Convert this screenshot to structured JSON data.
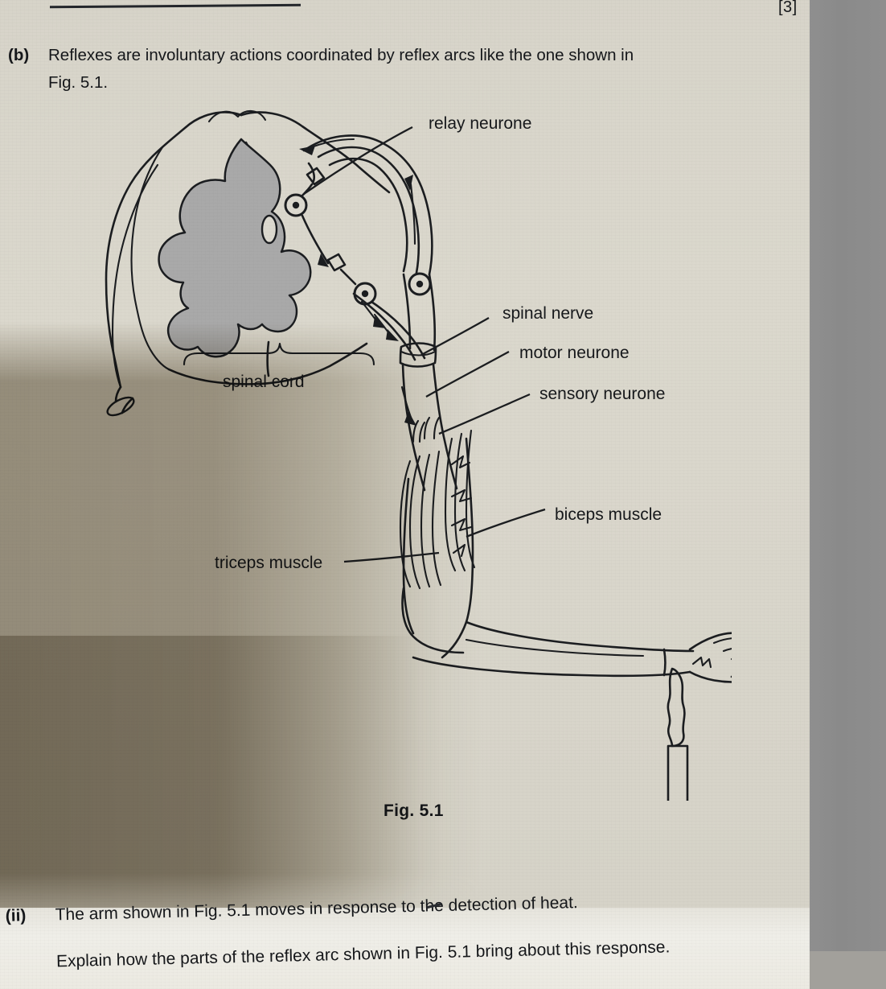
{
  "page": {
    "marks": "[3]",
    "background_color": "#d9d6cb",
    "shadow_color": "#5c4e32",
    "ink_color": "#16181b",
    "grey_matter_color": "#a8a8a8",
    "right_band_color": "#8c8c8c"
  },
  "question_b": {
    "label": "(b)",
    "line1": "Reflexes are involuntary actions coordinated by reflex arcs like the one shown in",
    "line2": "Fig. 5.1."
  },
  "figure": {
    "caption": "Fig. 5.1",
    "labels": [
      {
        "id": "relay-neurone",
        "text": "relay neurone"
      },
      {
        "id": "spinal-nerve",
        "text": "spinal nerve"
      },
      {
        "id": "motor-neurone",
        "text": "motor neurone"
      },
      {
        "id": "sensory-neurone",
        "text": "sensory neurone"
      },
      {
        "id": "spinal-cord",
        "text": "spinal cord"
      },
      {
        "id": "biceps-muscle",
        "text": "biceps muscle"
      },
      {
        "id": "triceps-muscle",
        "text": "triceps muscle"
      }
    ]
  },
  "question_ii": {
    "label": "(ii)",
    "line1": "The arm shown in Fig. 5.1 moves in response to the detection of heat.",
    "line2": "Explain how the parts of the reflex arc shown in Fig. 5.1 bring about this response."
  }
}
